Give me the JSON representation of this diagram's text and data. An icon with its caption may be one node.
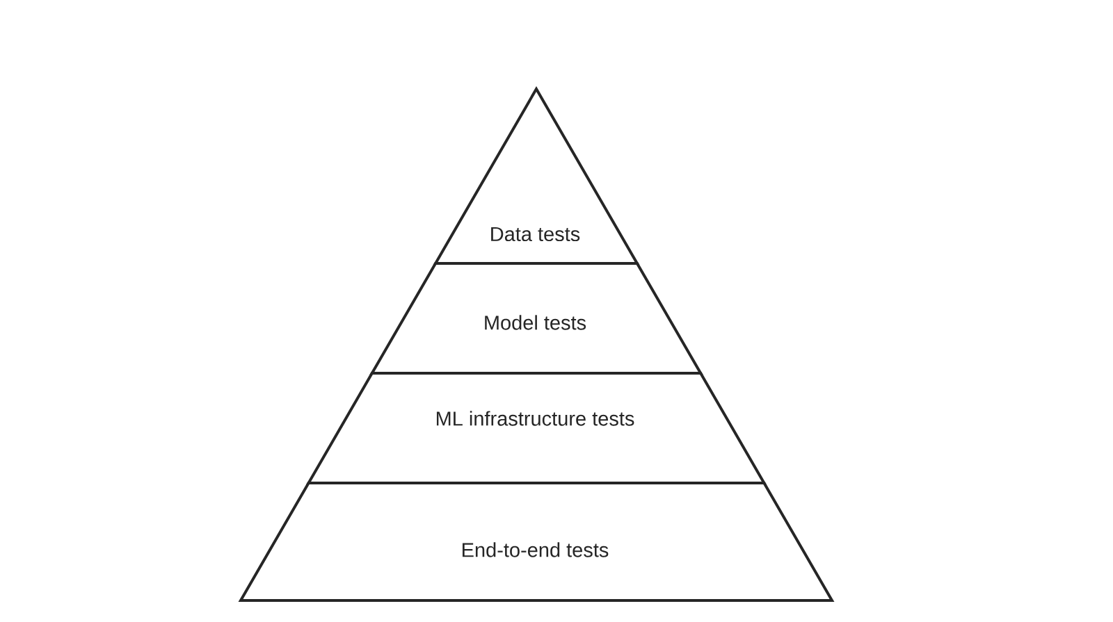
{
  "diagram": {
    "nodes": [
      {
        "text": [
          "Data tests"
        ]
      },
      {
        "text": [
          "Model tests"
        ]
      },
      {
        "text": [
          "ML infrastructure tests"
        ]
      },
      {
        "text": [
          "End-to-end tests"
        ]
      }
    ]
  }
}
